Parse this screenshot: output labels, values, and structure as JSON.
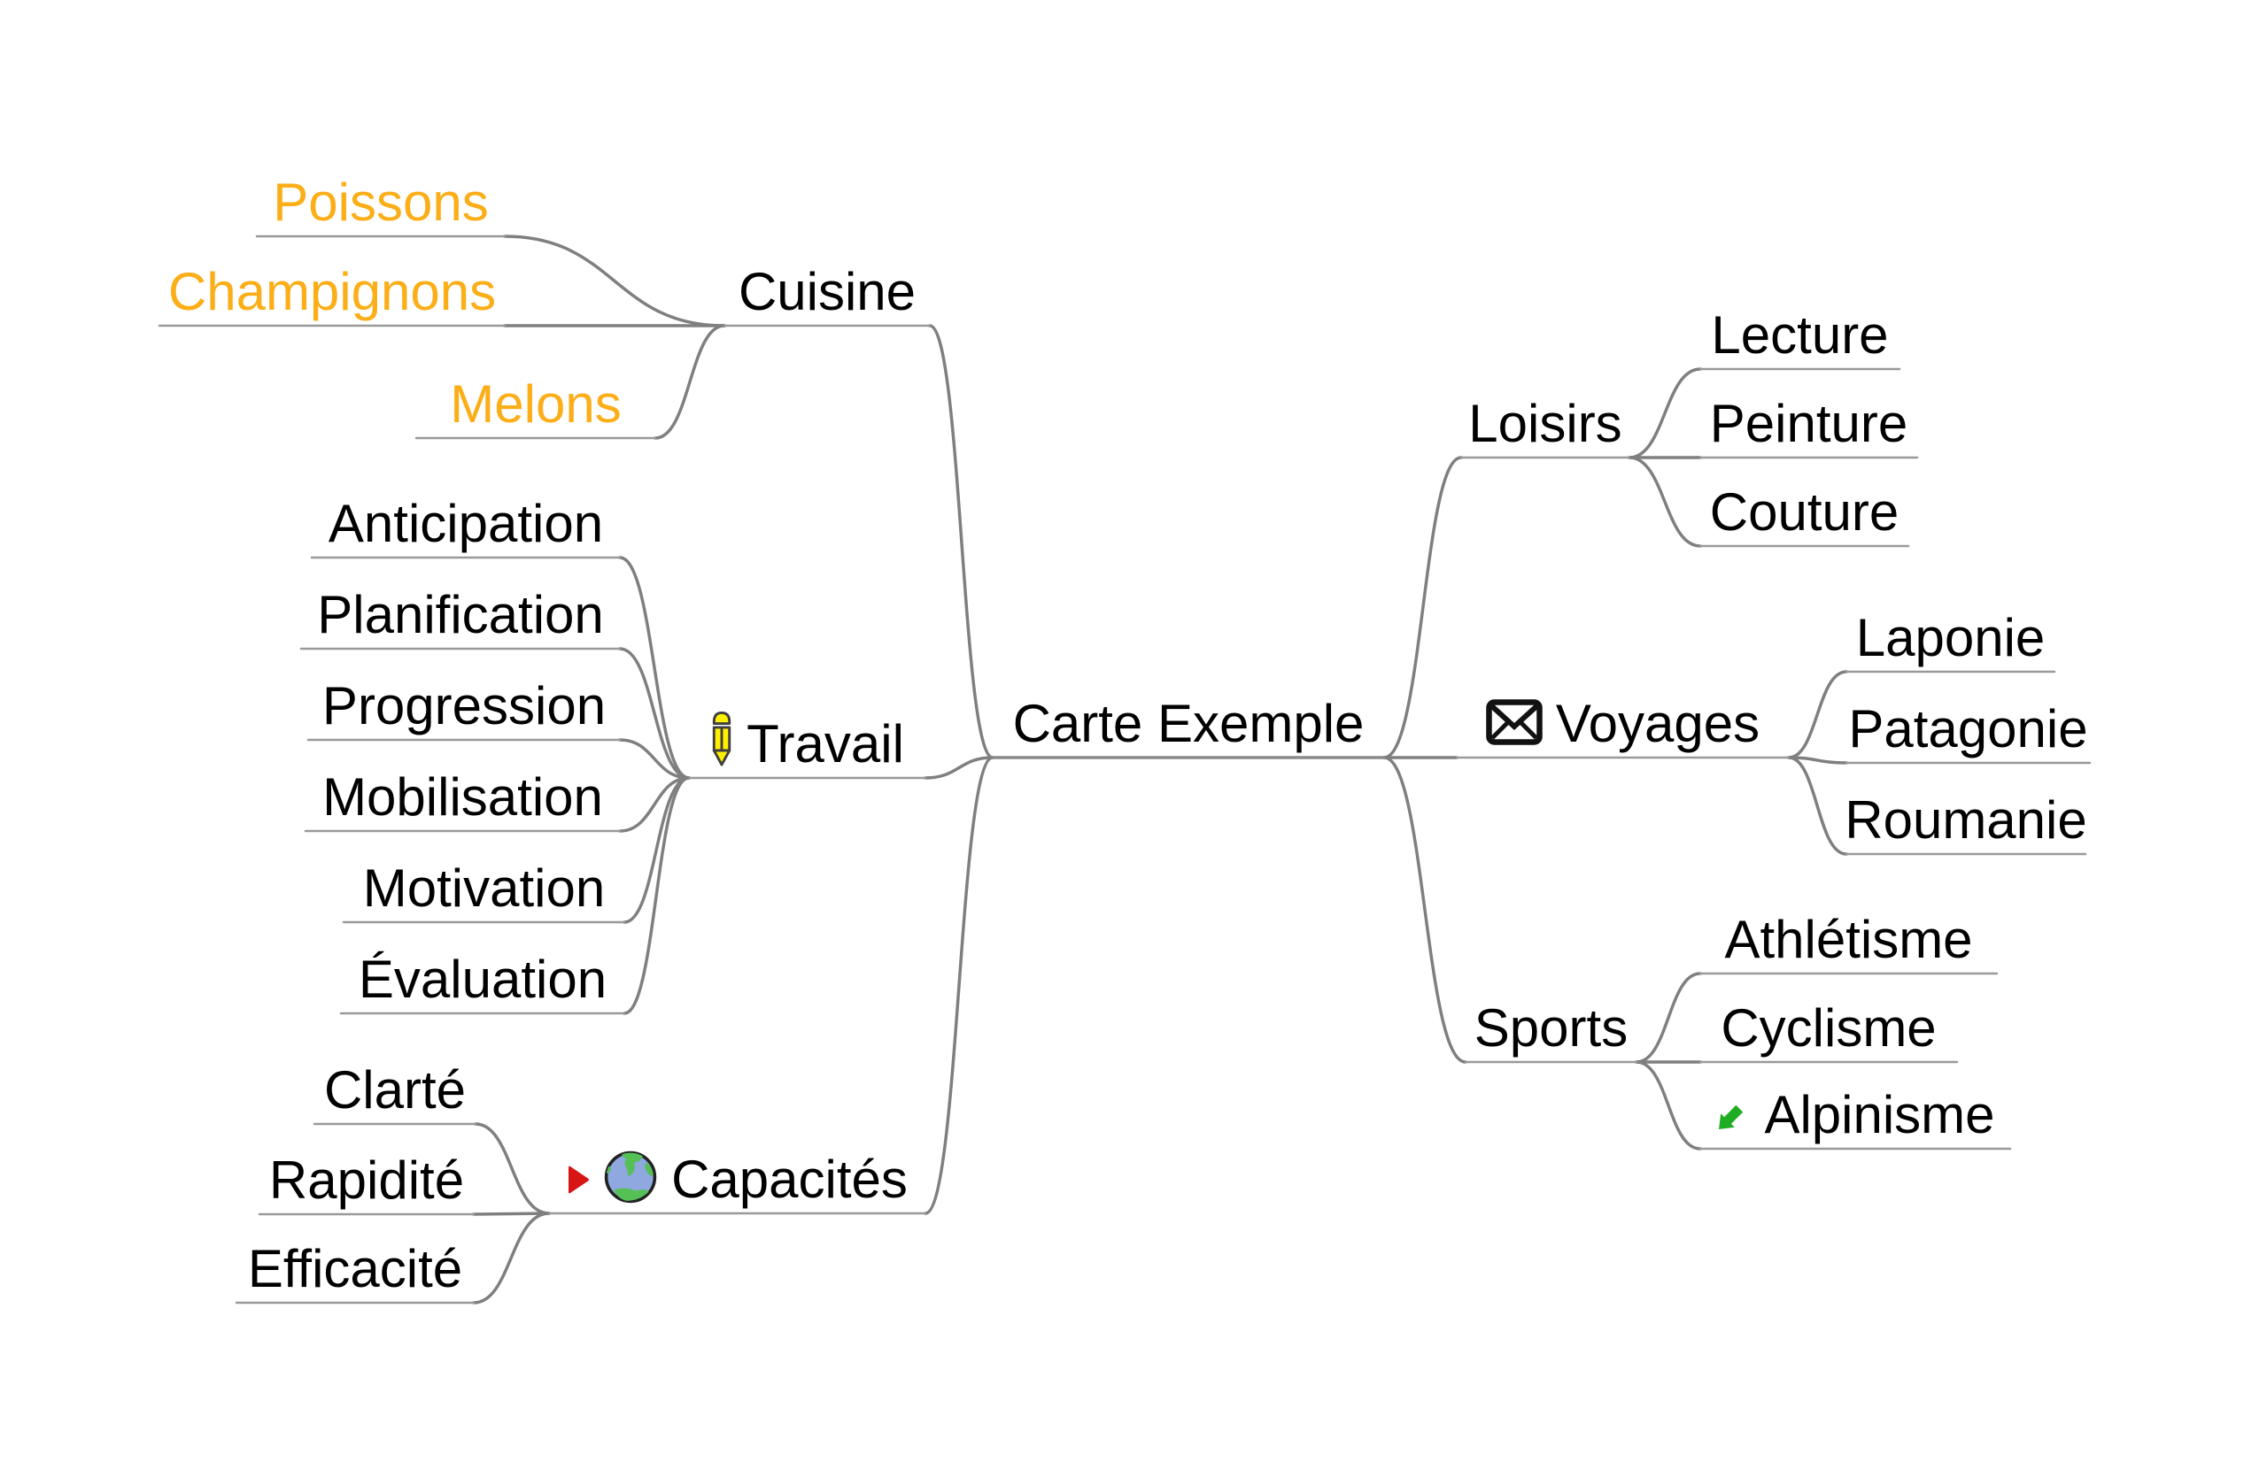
{
  "app": {
    "type": "mind-map",
    "title": "Carte Exemple"
  },
  "tree": {
    "root": {
      "label": "Carte Exemple"
    },
    "left": [
      {
        "label": "Cuisine",
        "children": [
          {
            "label": "Poissons",
            "color": "#fbae17"
          },
          {
            "label": "Champignons",
            "color": "#fbae17"
          },
          {
            "label": "Melons",
            "color": "#fbae17"
          }
        ]
      },
      {
        "label": "Travail",
        "icon": "pencil-icon",
        "children": [
          {
            "label": "Anticipation"
          },
          {
            "label": "Planification"
          },
          {
            "label": "Progression"
          },
          {
            "label": "Mobilisation"
          },
          {
            "label": "Motivation"
          },
          {
            "label": "Évaluation"
          }
        ]
      },
      {
        "label": "Capacités",
        "icons": [
          "red-forward-arrow-icon",
          "globe-icon"
        ],
        "children": [
          {
            "label": "Clarté"
          },
          {
            "label": "Rapidité"
          },
          {
            "label": "Efficacité"
          }
        ]
      }
    ],
    "right": [
      {
        "label": "Loisirs",
        "children": [
          {
            "label": "Lecture"
          },
          {
            "label": "Peinture"
          },
          {
            "label": "Couture"
          }
        ]
      },
      {
        "label": "Voyages",
        "icon": "envelope-icon",
        "children": [
          {
            "label": "Laponie"
          },
          {
            "label": "Patagonie"
          },
          {
            "label": "Roumanie"
          }
        ]
      },
      {
        "label": "Sports",
        "children": [
          {
            "label": "Athlétisme"
          },
          {
            "label": "Cyclisme"
          },
          {
            "label": "Alpinisme",
            "icon": "green-back-arrow-icon"
          }
        ]
      }
    ]
  },
  "colors": {
    "branch_line": "#7f7f7f",
    "underline_gray": "#999999",
    "default_text": "#000000",
    "cuisine_children_text": "#fbae17",
    "pencil_yellow": "#fff000",
    "pencil_outline": "#3f3f3f",
    "globe_ocean": "#8fa8e0",
    "globe_land": "#55c055",
    "globe_outline": "#222222",
    "red_arrow": "#d81515",
    "green_arrow": "#1fad24",
    "envelope_black": "#111111"
  }
}
